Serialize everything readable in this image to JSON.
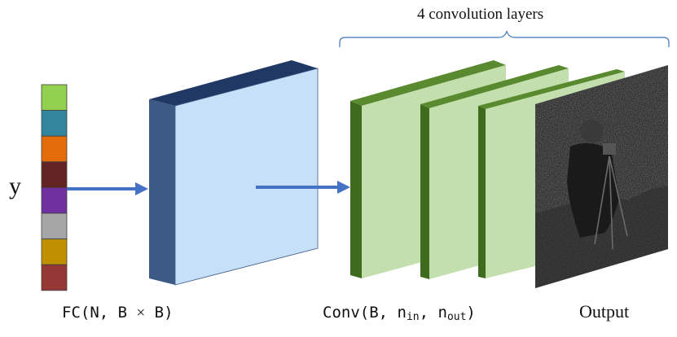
{
  "labels": {
    "brace": "4 convolution layers",
    "y": "y",
    "fc": {
      "prefix": "FC(N, B ",
      "times": "×",
      "suffix": " B)"
    },
    "conv": {
      "prefix": "Conv(B, n",
      "sub_in": "in",
      "sep": ", n",
      "sub_out": "out",
      "suffix": ")"
    },
    "output": "Output"
  },
  "colors": {
    "vector_cells": [
      "#92d050",
      "#31859c",
      "#e46c0a",
      "#632523",
      "#7030a0",
      "#a6a6a6",
      "#c09000",
      "#953735"
    ],
    "fc_front": "#c6e0f8",
    "fc_side": "#3d5a87",
    "fc_top": "#1f3864",
    "conv_front": "#c4dfae",
    "conv_side": "#3f6b1f",
    "conv_top": "#5a8a30",
    "arrow": "#4472c4",
    "brace": "#5b87c7",
    "output_bg": "#0d0d0d"
  },
  "icons": {
    "output_image": "cameraman-photo-icon"
  }
}
